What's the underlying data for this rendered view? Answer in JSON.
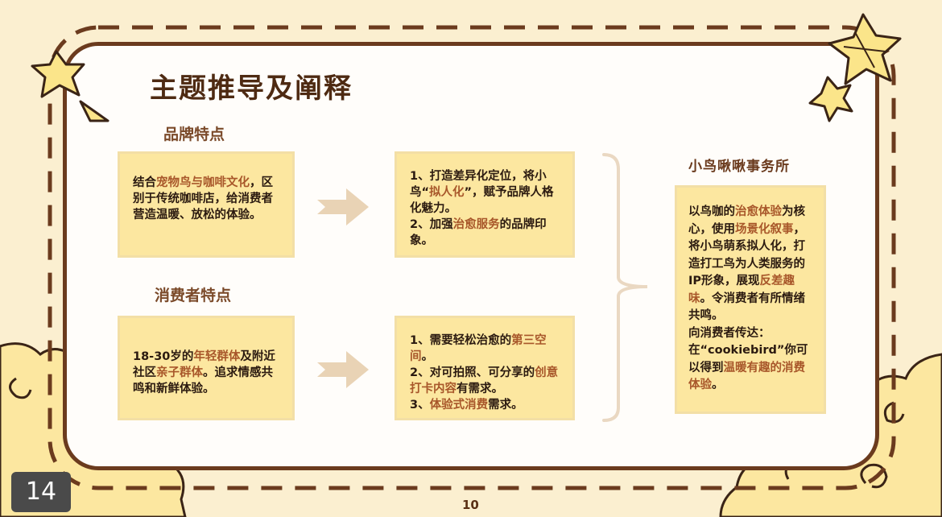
{
  "slide": {
    "title": "主题推导及阐释",
    "page_number": "10",
    "slide_badge": "14"
  },
  "brand": {
    "label": "品牌特点",
    "description": [
      {
        "t": "结合",
        "h": false
      },
      {
        "t": "宠物鸟与咖啡文化",
        "h": true
      },
      {
        "t": "，区别于传统咖啡店，给消费者营造温暖、放松的体验。",
        "h": false
      }
    ],
    "conclusion": [
      {
        "t": "1、打造差异化定位，将小鸟“",
        "h": false
      },
      {
        "t": "拟人化",
        "h": true
      },
      {
        "t": "”，赋予品牌人格化魅力。",
        "h": false
      },
      {
        "br": true
      },
      {
        "t": "2、加强",
        "h": false
      },
      {
        "t": "治愈服务",
        "h": true
      },
      {
        "t": "的品牌印象。",
        "h": false
      }
    ]
  },
  "consumer": {
    "label": "消费者特点",
    "description": [
      {
        "t": "18-30岁的",
        "h": false
      },
      {
        "t": "年轻群体",
        "h": true
      },
      {
        "t": "及附近社区",
        "h": false
      },
      {
        "t": "亲子群体",
        "h": true
      },
      {
        "t": "。追求情感共鸣和新鲜体验。",
        "h": false
      }
    ],
    "conclusion": [
      {
        "t": "1、需要轻松治愈的",
        "h": false
      },
      {
        "t": "第三空间",
        "h": true
      },
      {
        "t": "。",
        "h": false
      },
      {
        "br": true
      },
      {
        "t": "2、对可拍照、可分享的",
        "h": false
      },
      {
        "t": "创意打卡内容",
        "h": true
      },
      {
        "t": "有需求。",
        "h": false
      },
      {
        "br": true
      },
      {
        "t": "3、",
        "h": false
      },
      {
        "t": "体验式消费",
        "h": true
      },
      {
        "t": "需求。",
        "h": false
      }
    ]
  },
  "result": {
    "name": "小鸟啾啾事务所",
    "description": [
      {
        "t": "以鸟咖的",
        "h": false
      },
      {
        "t": "治愈体验",
        "h": true
      },
      {
        "t": "为核心，使用",
        "h": false
      },
      {
        "t": "场景化叙事",
        "h": true
      },
      {
        "t": "，将小鸟萌系拟人化，打造打工鸟为人类服务的IP形象，展现",
        "h": false
      },
      {
        "t": "反差趣味",
        "h": true
      },
      {
        "t": "。令消费者有所情绪共鸣。",
        "h": false
      },
      {
        "br": true
      },
      {
        "t": "向消费者传达：在“cookiebird”你可以得到",
        "h": false
      },
      {
        "t": "温暖有趣的消费体验",
        "h": true
      },
      {
        "t": "。",
        "h": false
      }
    ]
  },
  "colors": {
    "background": "#fbefd0",
    "card_border": "#6b3b1e",
    "box_fill": "#fce7a0",
    "highlight_text": "#a8572a",
    "arrow": "#e9d3b5",
    "star_fill": "#fbe58a",
    "cloud_fill": "#fce7a0"
  }
}
